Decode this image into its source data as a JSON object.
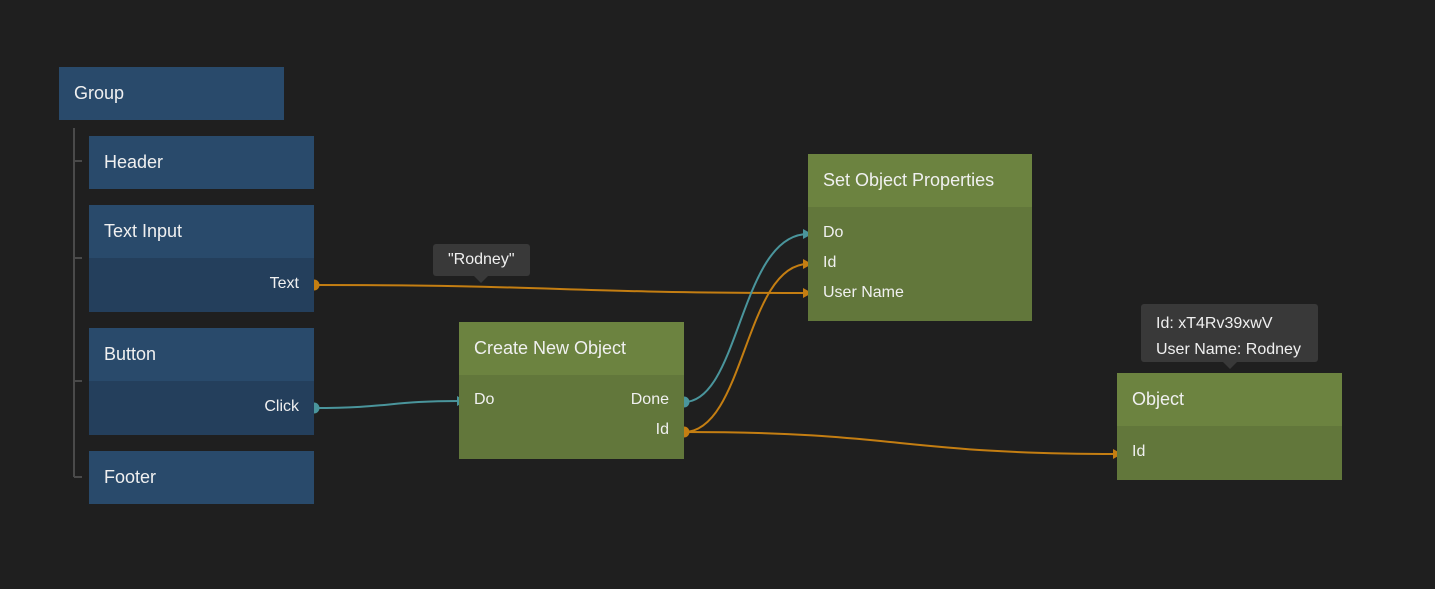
{
  "colors": {
    "background": "#1f1f1f",
    "visual_node": "#294a6b",
    "logic_node": "#6c8340",
    "signal_wire": "#4a959c",
    "data_wire": "#c47e12"
  },
  "visual_nodes": {
    "group": {
      "title": "Group"
    },
    "header": {
      "title": "Header"
    },
    "text_input": {
      "title": "Text Input",
      "ports": [
        "Text"
      ]
    },
    "button": {
      "title": "Button",
      "ports": [
        "Click"
      ]
    },
    "footer": {
      "title": "Footer"
    }
  },
  "logic_nodes": {
    "create_new_object": {
      "title": "Create New Object",
      "inputs": [
        "Do"
      ],
      "outputs": [
        "Done",
        "Id"
      ]
    },
    "set_object_properties": {
      "title": "Set Object Properties",
      "inputs": [
        "Do",
        "Id",
        "User Name"
      ]
    },
    "object": {
      "title": "Object",
      "inputs": [
        "Id"
      ]
    }
  },
  "tooltips": {
    "text_value": "\"Rodney\"",
    "object_values": [
      "Id: xT4Rv39xwV",
      "User Name: Rodney"
    ]
  },
  "connections": [
    {
      "from": "Text Input.Text",
      "to": "Set Object Properties.User Name",
      "kind": "data"
    },
    {
      "from": "Button.Click",
      "to": "Create New Object.Do",
      "kind": "signal"
    },
    {
      "from": "Create New Object.Done",
      "to": "Set Object Properties.Do",
      "kind": "signal"
    },
    {
      "from": "Create New Object.Id",
      "to": "Set Object Properties.Id",
      "kind": "data"
    },
    {
      "from": "Create New Object.Id",
      "to": "Object.Id",
      "kind": "data"
    }
  ]
}
